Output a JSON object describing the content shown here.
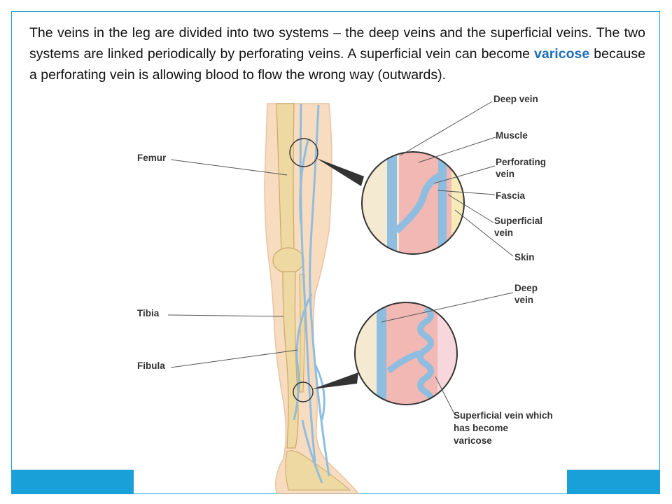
{
  "intro": {
    "text_before": "The veins in the leg are divided into two systems – the deep veins and the superficial veins. The two systems are linked periodically by perforating veins. A superficial vein can become ",
    "highlight": "varicose",
    "text_after": " because a perforating vein is allowing blood to flow the wrong way (outwards)."
  },
  "labels": {
    "femur": "Femur",
    "tibia": "Tibia",
    "fibula": "Fibula",
    "deep_vein_top": "Deep vein",
    "muscle": "Muscle",
    "perforating_1": "Perforating",
    "perforating_2": "vein",
    "fascia": "Fascia",
    "superficial_1": "Superficial",
    "superficial_2": "vein",
    "skin": "Skin",
    "deep_vein_bottom_1": "Deep",
    "deep_vein_bottom_2": "vein",
    "varicose_1": "Superficial vein which",
    "varicose_2": "has become",
    "varicose_3": "varicose"
  },
  "colors": {
    "accent": "#1aa0d8",
    "highlight": "#1f6fb6",
    "skin": "#f8dcc0",
    "bone": "#efd9a2",
    "vein": "#8fbde0",
    "muscle": "#f2b8b4"
  }
}
